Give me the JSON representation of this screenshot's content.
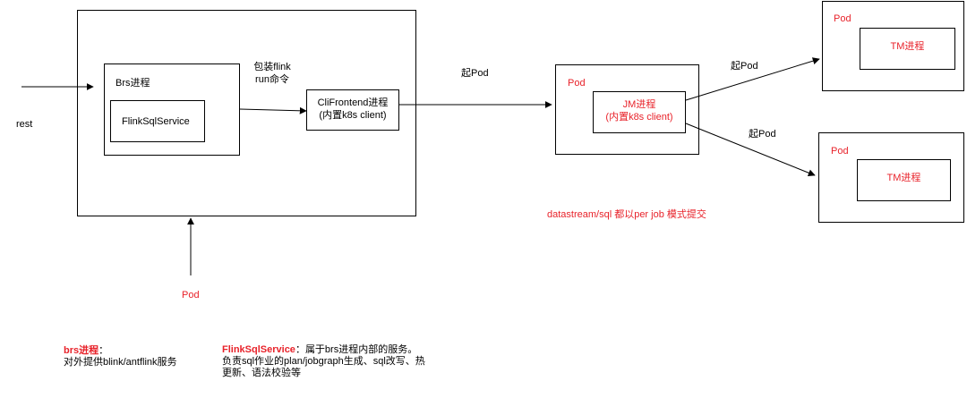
{
  "colors": {
    "line": "#000000",
    "highlight": "#e8222a"
  },
  "left": {
    "rest_label": "rest",
    "pod_label": "Pod"
  },
  "brs": {
    "title": "Brs进程",
    "service": "FlinkSqlService"
  },
  "edge_flink_run": {
    "line1": "包装flink",
    "line2": "run命令"
  },
  "cli": {
    "line1": "CliFrontend进程",
    "line2": "(内置k8s client)"
  },
  "edge_start_pod_main": "起Pod",
  "jm_pod": {
    "pod_label": "Pod",
    "jm_line1": "JM进程",
    "jm_line2": "(内置k8s client)"
  },
  "tm_top": {
    "pod_label": "Pod",
    "tm_label": "TM进程",
    "edge_label": "起Pod"
  },
  "tm_bottom": {
    "pod_label": "Pod",
    "tm_label": "TM进程",
    "edge_label": "起Pod"
  },
  "submit_note": "datastream/sql 都以per job 模式提交",
  "legend": {
    "brs_title": "brs进程",
    "brs_sep": "：",
    "brs_desc": "对外提供blink/antflink服务",
    "fss_title": "FlinkSqlService",
    "fss_sep": "：",
    "fss_line1": "属于brs进程内部的服务。",
    "fss_line2": "负责sql作业的plan/jobgraph生成、sql改写、热",
    "fss_line3": "更新、语法校验等"
  }
}
